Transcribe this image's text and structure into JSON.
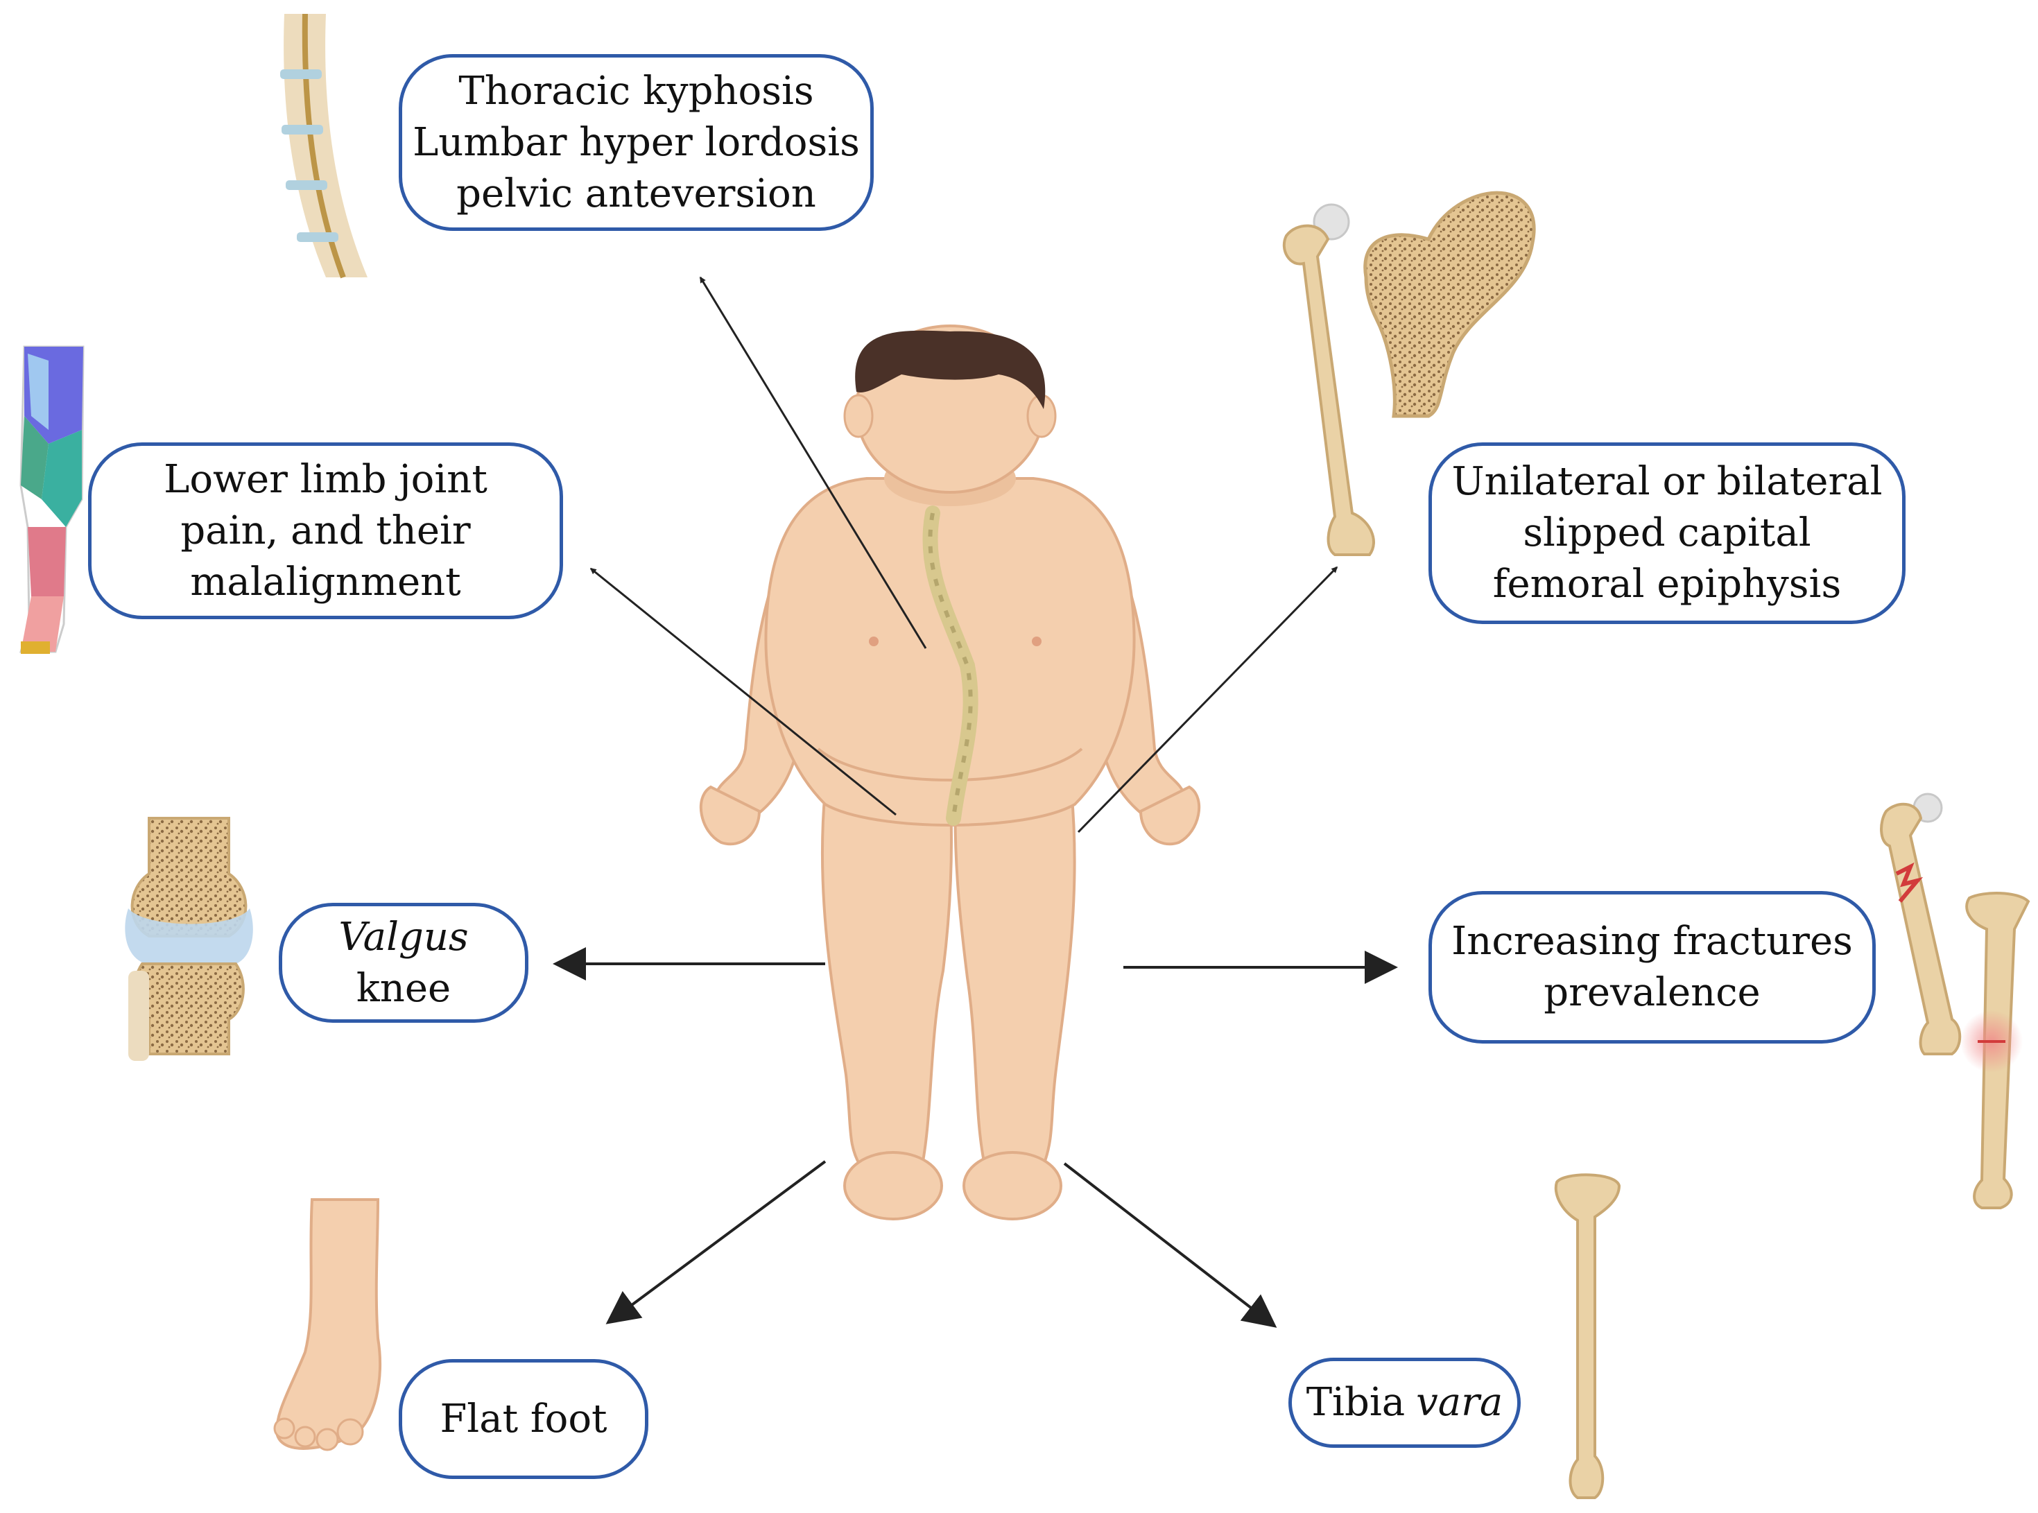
{
  "colors": {
    "box_border": "#2f5aa8",
    "skin": "#f4cfae",
    "skin_shade": "#e5b48e",
    "hair": "#4a3128",
    "bone": "#ead2a6",
    "bone_shade": "#c9a873",
    "spine": "#dccf9c",
    "fracture": "#d23b3b",
    "arrow": "#222222"
  },
  "boxes": {
    "spine_curves": {
      "line1": "Thoracic kyphosis",
      "line2": "Lumbar hyper lordosis",
      "line3": "pelvic anteversion"
    },
    "joint_pain": {
      "line1": "Lower limb joint",
      "line2": "pain, and their",
      "line3": "malalignment"
    },
    "valgus": {
      "line1": "Valgus",
      "line2": "knee"
    },
    "flat_foot": {
      "line1": "Flat foot"
    },
    "scfe": {
      "line1": "Unilateral or bilateral",
      "line2": "slipped capital",
      "line3": "femoral epiphysis"
    },
    "fractures": {
      "line1": "Increasing fractures",
      "line2": "prevalence"
    },
    "tibia": {
      "line1": "Tibia",
      "line2": "vara"
    }
  },
  "icons": {
    "center": "obese-child-icon",
    "spine_section": "spine-section-icon",
    "leg_muscles": "leg-muscle-map-icon",
    "knee_joint": "knee-joint-icon",
    "foot": "foot-icon",
    "femur": "femur-icon",
    "femur_head_section": "femur-head-section-icon",
    "fractured_bones": "fractured-bones-icon",
    "tibia_bone": "tibia-bone-icon"
  }
}
